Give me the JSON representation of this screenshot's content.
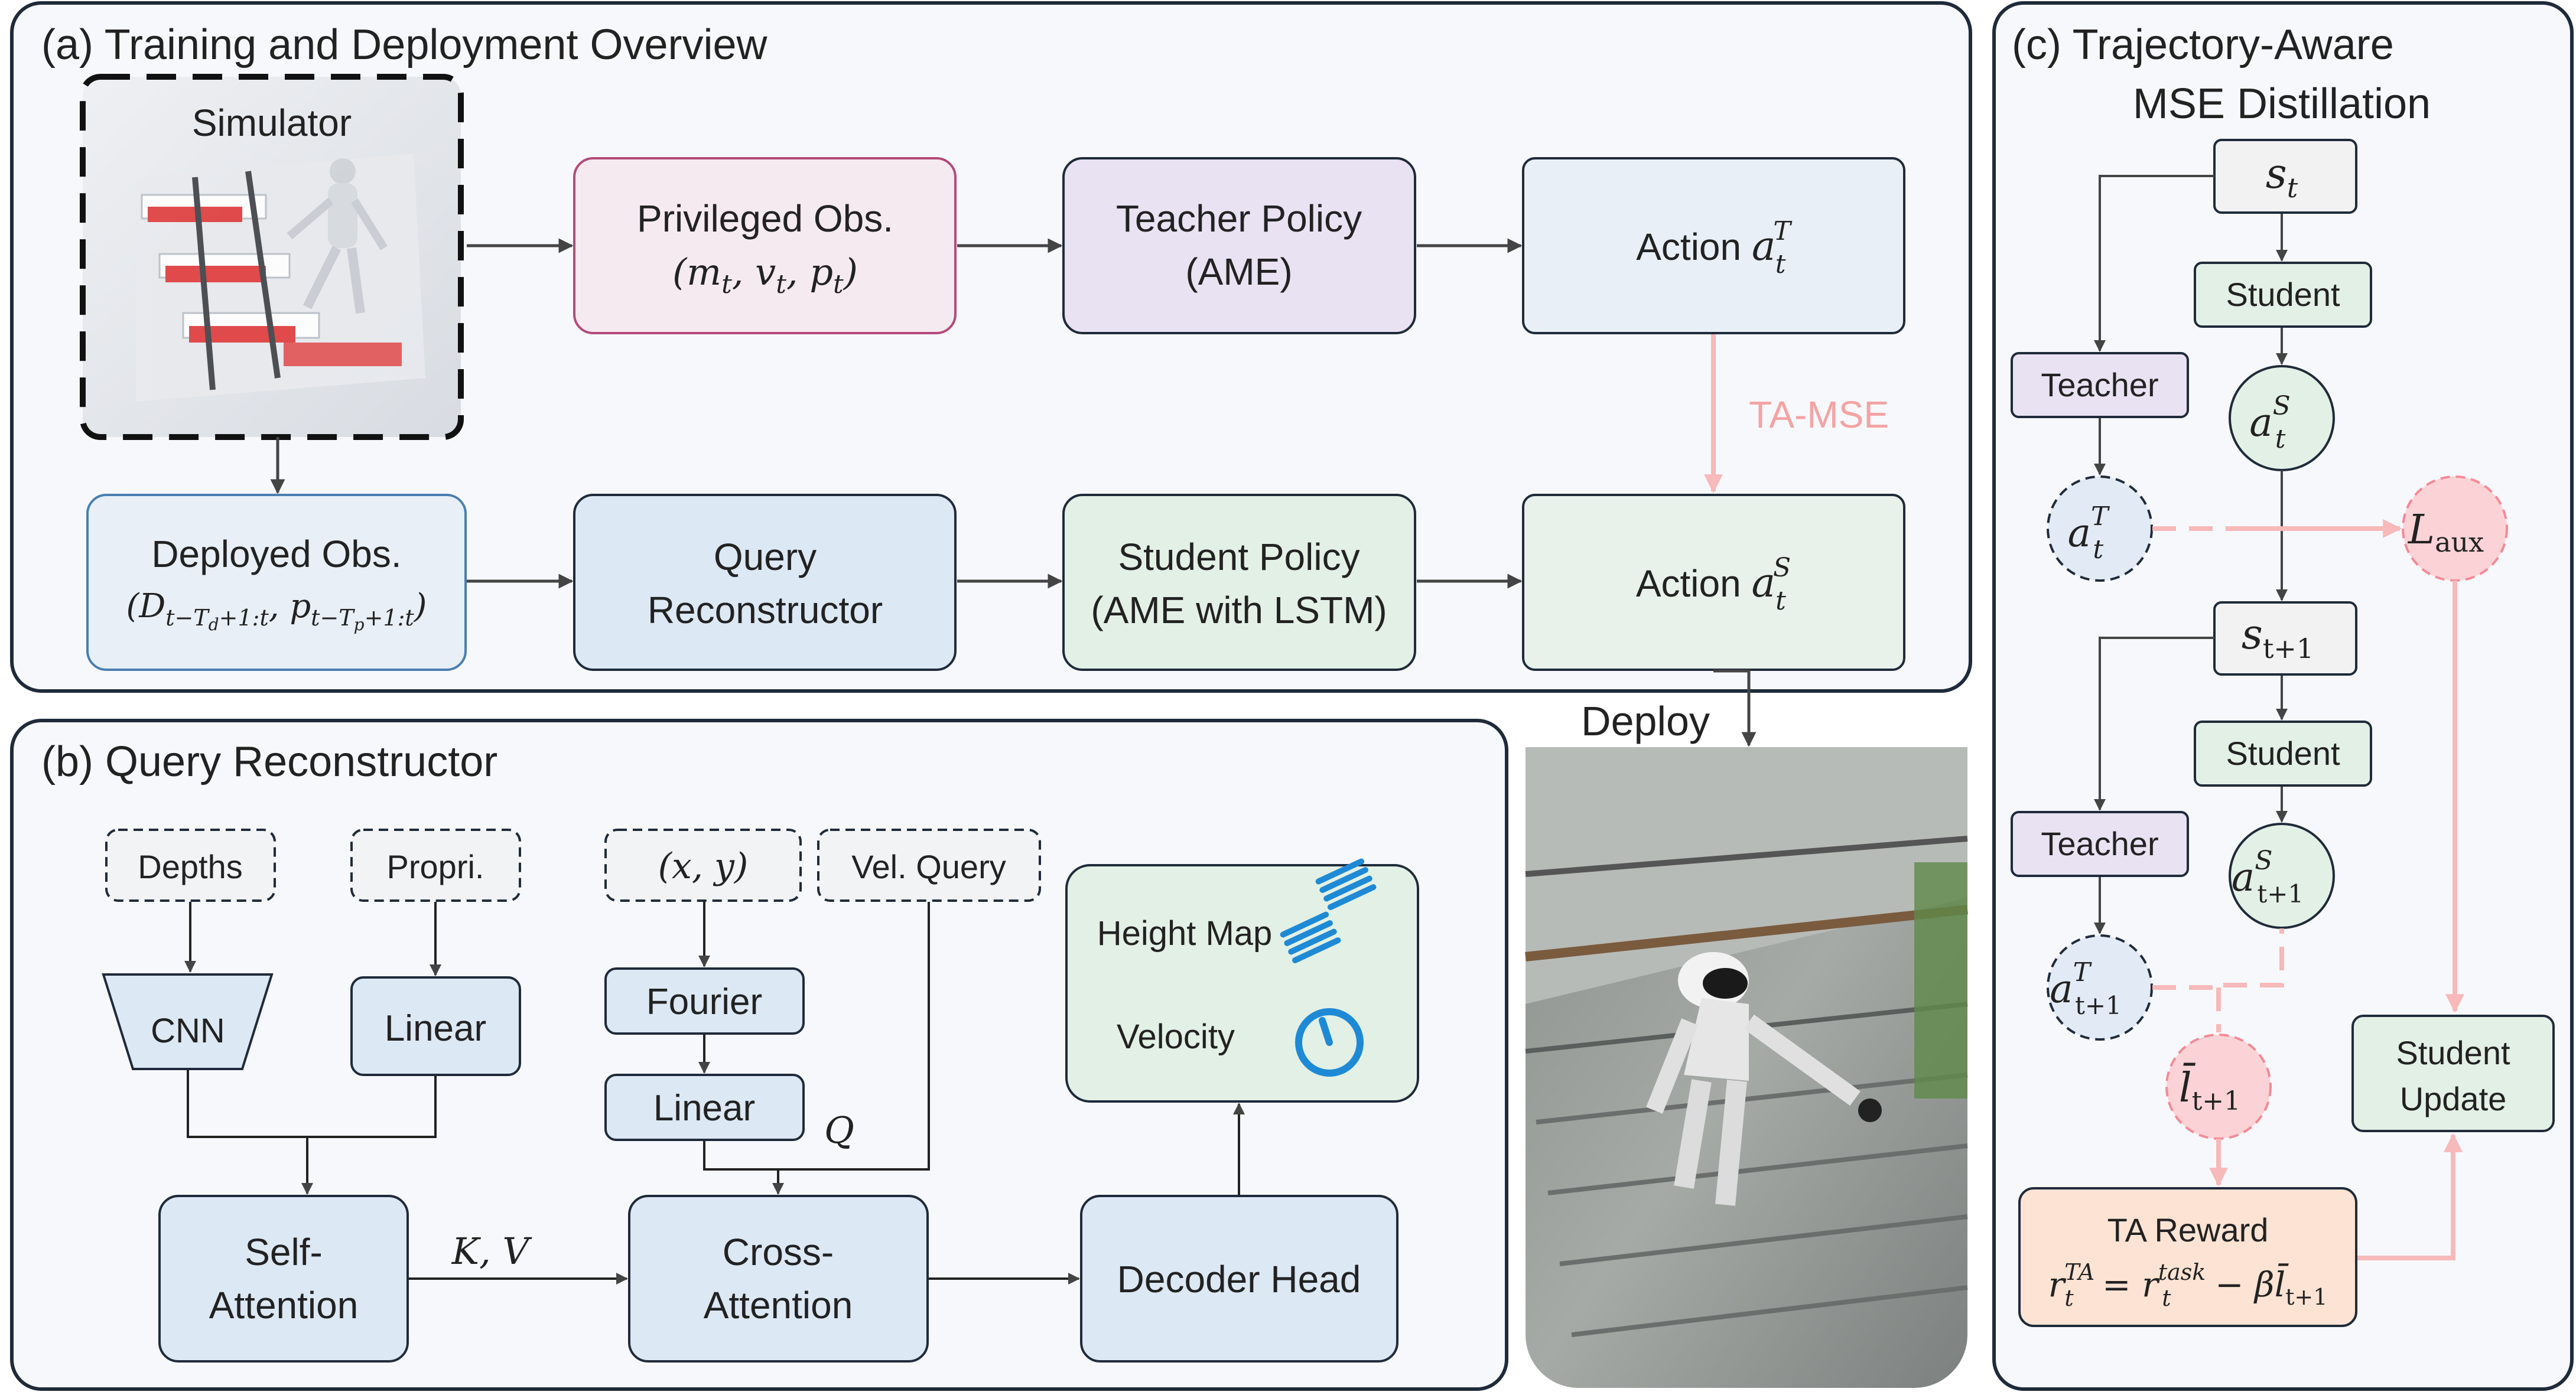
{
  "colors": {
    "panel_bg": "#f7f8fc",
    "panel_border": "#1f2b3a",
    "box_blue": "#dce8f4",
    "box_green": "#e3f0e6",
    "box_purple": "#e8e2f2",
    "box_pink": "#f6eaf1",
    "box_action_top": "#e8eff6",
    "box_orange": "#fce3d3",
    "pink_arrow": "#f7b9b9",
    "pink_circle": "#fbd3d6",
    "circle_teacher": "#e1eaf5",
    "icon_blue": "#1e8ad6"
  },
  "panel_a": {
    "title": "(a) Training and Deployment Overview",
    "simulator": "Simulator",
    "privileged_obs": {
      "line1": "Privileged Obs.",
      "line2": "(m_t, v_t, p_t)"
    },
    "teacher_policy": {
      "line1": "Teacher Policy",
      "line2": "(AME)"
    },
    "action_teacher": {
      "label": "Action ",
      "symbol": "a",
      "sup": "T",
      "sub": "t"
    },
    "ta_mse": "TA-MSE",
    "deployed_obs": {
      "line1": "Deployed Obs.",
      "line2": "(D_{t−T_d+1:t}, p_{t−T_p+1:t})"
    },
    "query_reconstructor": {
      "line1": "Query",
      "line2": "Reconstructor"
    },
    "student_policy": {
      "line1": "Student Policy",
      "line2": "(AME with LSTM)"
    },
    "action_student": {
      "label": "Action ",
      "symbol": "a",
      "sup": "S",
      "sub": "t"
    },
    "deploy": "Deploy"
  },
  "panel_b": {
    "title": "(b) Query Reconstructor",
    "depths": "Depths",
    "propri": "Propri.",
    "xy": "(x, y)",
    "vel_query": "Vel. Query",
    "cnn": "CNN",
    "linear_left": "Linear",
    "fourier": "Fourier",
    "linear_mid": "Linear",
    "q_symbol": "Q",
    "kv_symbol": "K, V",
    "self_attention": {
      "line1": "Self-",
      "line2": "Attention"
    },
    "cross_attention": {
      "line1": "Cross-",
      "line2": "Attention"
    },
    "decoder_head": "Decoder Head",
    "height_map": "Height Map",
    "velocity": "Velocity"
  },
  "panel_c": {
    "title_line1": "(c) Trajectory-Aware",
    "title_line2": "MSE Distillation",
    "s_t": {
      "symbol": "s",
      "sub": "t"
    },
    "s_t1": {
      "symbol": "s",
      "sub": "t+1"
    },
    "student_1": "Student",
    "student_2": "Student",
    "teacher_1": "Teacher",
    "teacher_2": "Teacher",
    "a_s_t": {
      "symbol": "a",
      "sup": "S",
      "sub": "t"
    },
    "a_t_t": {
      "symbol": "a",
      "sup": "T",
      "sub": "t"
    },
    "a_s_t1": {
      "symbol": "a",
      "sup": "S",
      "sub": "t+1"
    },
    "a_t_t1": {
      "symbol": "a",
      "sup": "T",
      "sub": "t+1"
    },
    "l_aux": {
      "symbol": "L",
      "sub": "aux"
    },
    "l_bar": {
      "symbol": "l̄",
      "sub": "t+1"
    },
    "student_update": {
      "line1": "Student",
      "line2": "Update"
    },
    "ta_reward": {
      "title": "TA Reward",
      "formula": "r_t^{TA} = r_t^{task} − β l̄_{t+1}"
    }
  }
}
